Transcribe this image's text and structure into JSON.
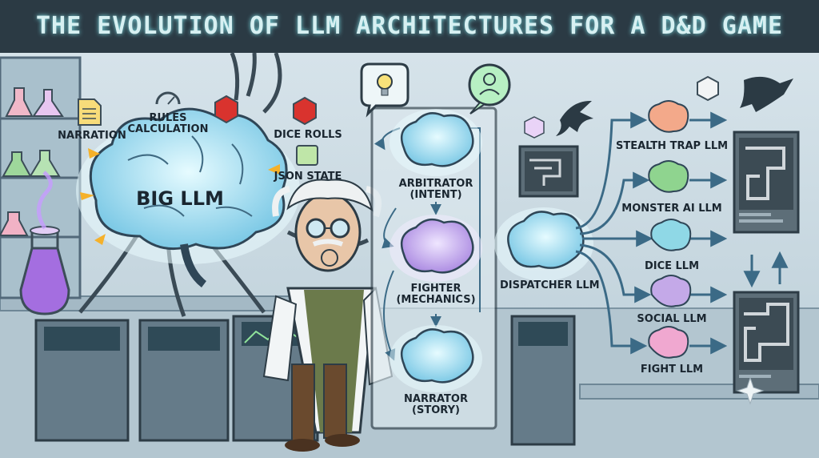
{
  "title": "THE EVOLUTION OF LLM ARCHITECTURES FOR A D&D GAME",
  "left_panel": {
    "brain_label": "BIG LLM",
    "tasks": [
      {
        "label": "NARRATION",
        "icon": "document-icon"
      },
      {
        "label": "RULES\nCALCULATION",
        "icon": "gauge-icon"
      },
      {
        "label": "DICE ROLLS",
        "icon": "d20-icon"
      },
      {
        "label": "JSON STATE",
        "icon": "json-brackets-icon"
      }
    ]
  },
  "middle_panel": {
    "stages": [
      {
        "label": "ARBITRATOR\n(INTENT)"
      },
      {
        "label": "FIGHTER\n(MECHANICS)"
      },
      {
        "label": "NARRATOR\n(STORY)"
      }
    ],
    "top_icons": [
      "lightbulb-icon",
      "user-icon"
    ]
  },
  "right_panel": {
    "dispatcher_label": "DISPATCHER LLM",
    "specialists": [
      {
        "label": "STEALTH TRAP LLM",
        "color": "#f3a98a"
      },
      {
        "label": "MONSTER AI LLM",
        "color": "#8fd48f"
      },
      {
        "label": "DICE LLM",
        "color": "#8fd8e6"
      },
      {
        "label": "SOCIAL LLM",
        "color": "#c4a9e8"
      },
      {
        "label": "FIGHT LLM",
        "color": "#f0a8d0"
      }
    ]
  },
  "colors": {
    "title_bar": "#2b3a44",
    "title_text": "#d7f0f2",
    "brain_blue": "#8fd6ee",
    "brain_purple": "#b89be6",
    "glow": "#e9fbff",
    "dice_red": "#d9332e"
  }
}
